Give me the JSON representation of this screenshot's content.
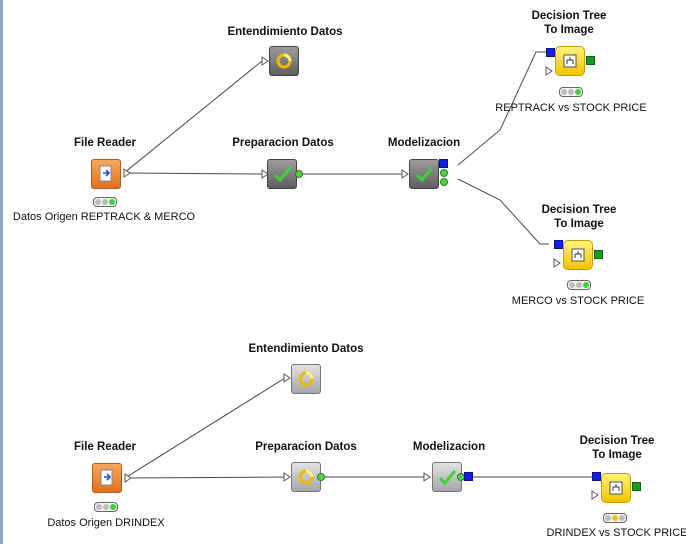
{
  "workflow_top": {
    "file_reader": {
      "title": "File Reader",
      "caption": "Datos Origen REPTRACK & MERCO"
    },
    "entendimiento": {
      "title": "Entendimiento Datos"
    },
    "preparacion": {
      "title": "Preparacion Datos"
    },
    "modelizacion": {
      "title": "Modelizacion"
    },
    "dt1": {
      "title_line1": "Decision Tree",
      "title_line2": "To Image",
      "caption": "REPTRACK vs STOCK PRICE"
    },
    "dt2": {
      "title_line1": "Decision Tree",
      "title_line2": "To Image",
      "caption": "MERCO vs STOCK PRICE"
    }
  },
  "workflow_bottom": {
    "file_reader": {
      "title": "File Reader",
      "caption": "Datos Origen DRINDEX"
    },
    "entendimiento": {
      "title": "Entendimiento Datos"
    },
    "preparacion": {
      "title": "Preparacion Datos"
    },
    "modelizacion": {
      "title": "Modelizacion"
    },
    "dt": {
      "title_line1": "Decision Tree",
      "title_line2": "To Image",
      "caption": "DRINDEX vs STOCK PRICE"
    }
  },
  "colors": {
    "status_green": "#3ed13a",
    "status_yellow": "#f2c400",
    "status_grey": "#bdbdbd",
    "port_blue": "#1222e0",
    "port_green": "#179c27",
    "connection": "#4a4a4a"
  },
  "icons": {
    "file_reader": "file-import-icon",
    "entendimiento": "spinner-icon",
    "preparacion": "checkmark-icon",
    "modelizacion": "checkmark-icon",
    "decision_tree": "tree-image-icon"
  }
}
